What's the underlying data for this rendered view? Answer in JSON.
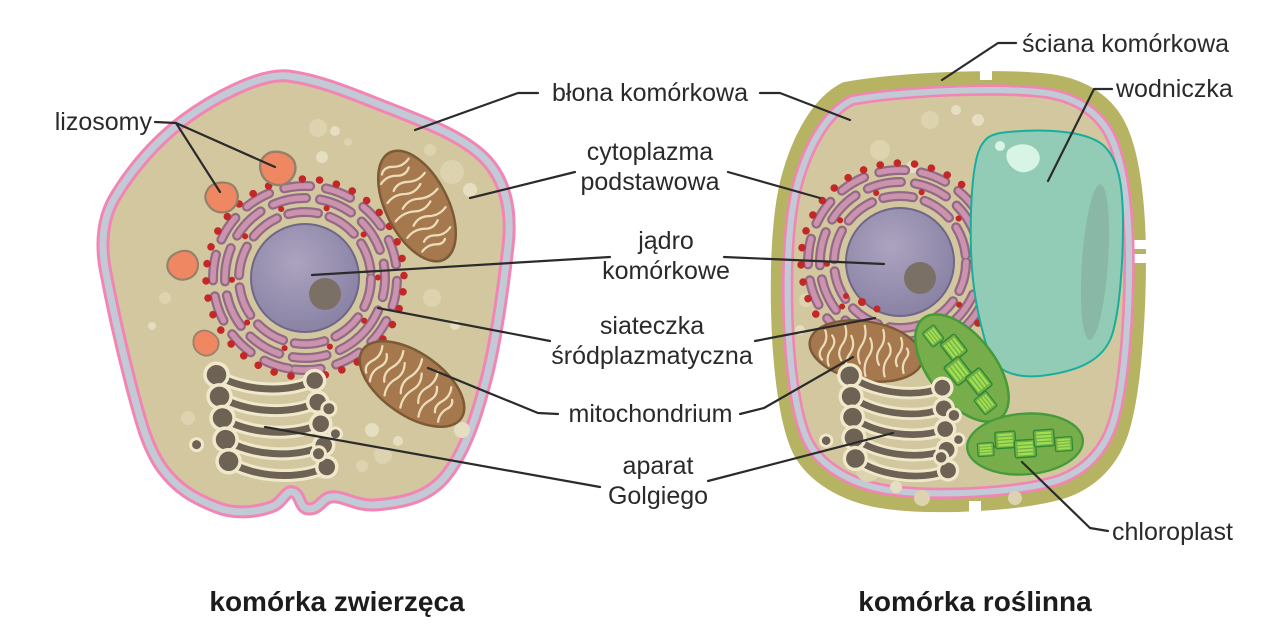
{
  "diagram": {
    "left_cell_title": "komórka zwierzęca",
    "right_cell_title": "komórka roślinna"
  },
  "labels": {
    "lysosomes": "lizosomy",
    "cell_membrane": "błona komórkowa",
    "basic_cytoplasm": "cytoplazma podstawowa",
    "cell_nucleus": "jądro komórkowe",
    "endoplasmic_reticulum": "siateczka śródplazmatyczna",
    "mitochondrion": "mitochondrium",
    "golgi_apparatus": "aparat Golgiego",
    "cell_wall": "ściana komórkowa",
    "vacuole": "wodniczka",
    "chloroplast": "chloroplast"
  },
  "colors": {
    "cytoplasm_tan": "#d2c79e",
    "vesicle_cream": "#ddd3ae",
    "membrane_pink": "#f285b4",
    "membrane_band_gray": "#c2cad6",
    "cell_wall_olive": "#b6b363",
    "nucleus_purple": "#8c84a5",
    "nucleolus_brown": "#7b7065",
    "er_pink": "#cb93ae",
    "ribosome_red": "#c32727",
    "mitochondrion_brown": "#a5784e",
    "cristae_cream": "#ecdcba",
    "golgi_dark": "#6e6254",
    "lysosome_orange": "#f08763",
    "vacuole_teal": "#93ccb6",
    "chloroplast_green": "#77ae4b",
    "grana_bright_green": "#9ee04e",
    "label_text": "#2a2a2a",
    "leader_line": "#2b2b2b"
  }
}
